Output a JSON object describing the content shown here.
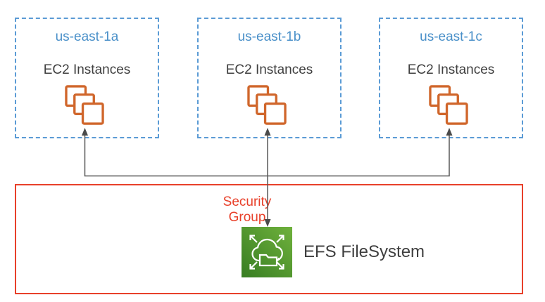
{
  "zones": [
    {
      "name": "us-east-1a",
      "instances_label": "EC2 Instances",
      "icon": "ec2-instances-icon"
    },
    {
      "name": "us-east-1b",
      "instances_label": "EC2 Instances",
      "icon": "ec2-instances-icon"
    },
    {
      "name": "us-east-1c",
      "instances_label": "EC2 Instances",
      "icon": "ec2-instances-icon"
    }
  ],
  "security_group": {
    "label": "Security Group"
  },
  "efs": {
    "label": "EFS FileSystem",
    "icon": "efs-filesystem-icon"
  },
  "connections": [
    {
      "from": "efs-filesystem",
      "to": "us-east-1a-ec2",
      "style": "arrow-up"
    },
    {
      "from": "efs-filesystem",
      "to": "us-east-1b-ec2",
      "style": "arrow-both"
    },
    {
      "from": "efs-filesystem",
      "to": "us-east-1c-ec2",
      "style": "arrow-up"
    }
  ],
  "colors": {
    "az_border_blue": "#5b9bd5",
    "az_title_blue": "#4a90c9",
    "ec2_orange": "#d0662b",
    "security_red": "#e8402a",
    "efs_green_dark": "#377d22",
    "efs_green_light": "#6fb13c",
    "text_dark": "#404040",
    "connector_gray": "#595959"
  }
}
